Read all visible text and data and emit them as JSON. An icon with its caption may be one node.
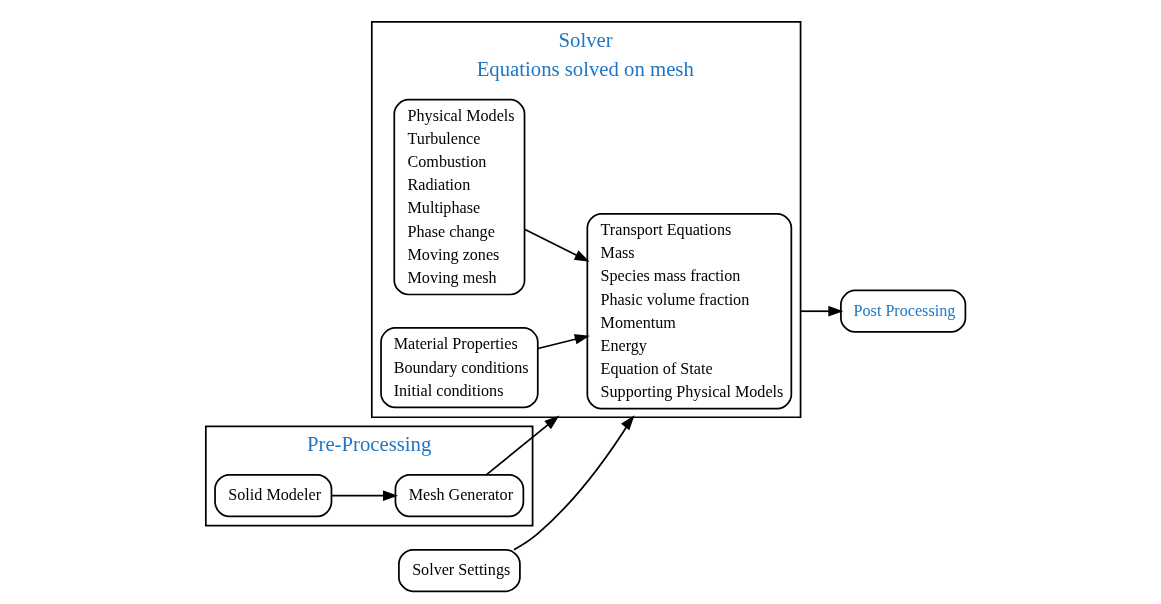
{
  "diagram": {
    "nodes": [
      {
        "text": [
          "Solver",
          "Equations solved on mesh"
        ]
      },
      {
        "text": [
          "Pre-Processing"
        ]
      },
      {
        "text": [
          "Solid Modeler"
        ],
        "in": 1
      },
      {
        "text": [
          "Mesh Generator"
        ],
        "in": 1
      },
      {
        "text": [
          "Transport Equations",
          "Mass",
          "Species mass fraction",
          "Phasic volume fraction",
          "Momentum",
          "Energy",
          "Equation of State",
          "Supporting Physical Models"
        ],
        "in": 0
      },
      {
        "text": [
          "Physical Models",
          "Turbulence",
          "Combustion",
          "Radiation",
          "Multiphase",
          "Phase change",
          "Moving zones",
          "Moving mesh"
        ],
        "in": 0
      },
      {
        "text": [
          "Solver Settings"
        ]
      },
      {
        "text": [
          "Material Properties",
          "Boundary conditions",
          "Initial conditions"
        ],
        "in": 0
      },
      {
        "text": [
          "Post Processing"
        ]
      }
    ],
    "edges": [
      {
        "from": 2,
        "to": 3,
        "arrow": "to"
      },
      {
        "from": 3,
        "to": 0,
        "arrow": "to"
      },
      {
        "from": 5,
        "to": 4,
        "arrow": "to"
      },
      {
        "from": 6,
        "to": 0,
        "arrow": "to"
      },
      {
        "from": 7,
        "to": 4,
        "arrow": "to"
      },
      {
        "from": 0,
        "to": 8,
        "arrow": "to"
      }
    ]
  }
}
